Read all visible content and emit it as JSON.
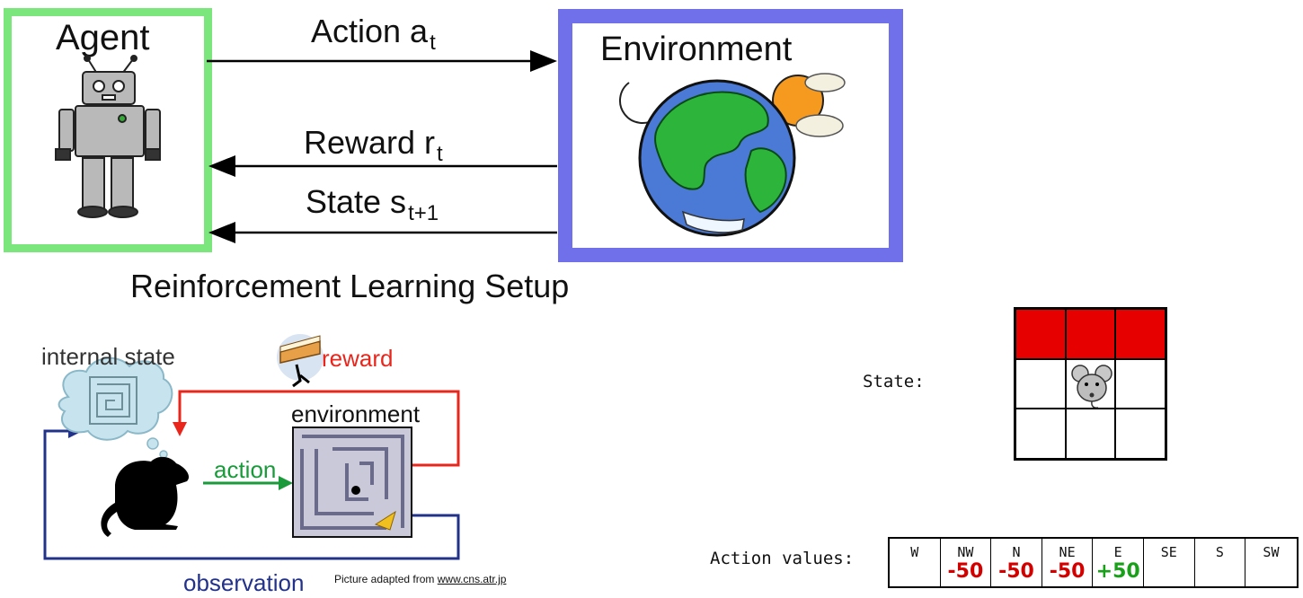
{
  "rl_setup": {
    "agent_label": "Agent",
    "environment_label": "Environment",
    "action": {
      "text": "Action a",
      "sub": "t"
    },
    "reward": {
      "text": "Reward r",
      "sub": "t"
    },
    "state": {
      "text": "State s",
      "sub": "t+1"
    },
    "title": "Reinforcement Learning Setup"
  },
  "rat_diagram": {
    "internal_state": "internal state",
    "reward": "reward",
    "environment": "environment",
    "action": "action",
    "observation": "observation",
    "credit_prefix": "Picture adapted from ",
    "credit_url": "www.cns.atr.jp"
  },
  "grid_world": {
    "state_label": "State:",
    "action_values_label": "Action values:",
    "rows": [
      [
        "red",
        "red",
        "red"
      ],
      [
        "empty",
        "mouse",
        "empty"
      ],
      [
        "empty",
        "empty",
        "empty"
      ]
    ],
    "actions": [
      {
        "dir": "W",
        "value": ""
      },
      {
        "dir": "NW",
        "value": "-50"
      },
      {
        "dir": "N",
        "value": "-50"
      },
      {
        "dir": "NE",
        "value": "-50"
      },
      {
        "dir": "E",
        "value": "+50"
      },
      {
        "dir": "SE",
        "value": ""
      },
      {
        "dir": "S",
        "value": ""
      },
      {
        "dir": "SW",
        "value": ""
      }
    ]
  },
  "colors": {
    "agent_border": "#7be67b",
    "environment_border": "#7070ea",
    "reward_red": "#e8261c",
    "action_green": "#1a9a3a",
    "observation_blue": "#22318a",
    "negative_value": "#d40000",
    "positive_value": "#18a018"
  }
}
